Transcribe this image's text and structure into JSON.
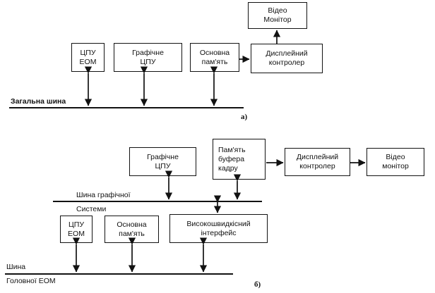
{
  "diagram": {
    "title_a": "а)",
    "title_b": "б)",
    "panel_a": {
      "boxes": [
        {
          "id": "cpu-eom-a",
          "label": "ЦПУ\nЕОМ"
        },
        {
          "id": "graphics-cpu-a",
          "label": "Графічне\nЦПУ"
        },
        {
          "id": "main-memory-a",
          "label": "Основна\nпам'ять"
        },
        {
          "id": "display-controller-a",
          "label": "Дисплейний\nконтролер"
        },
        {
          "id": "video-monitor-a",
          "label": "Відео\nМонітор"
        }
      ],
      "bus_label": "Загальна шина"
    },
    "panel_b": {
      "boxes": [
        {
          "id": "graphics-cpu-b",
          "label": "Графічне\nЦПУ"
        },
        {
          "id": "frame-buffer-memory-b",
          "label": "Пам'ять\nбуфера\nкадру"
        },
        {
          "id": "display-controller-b",
          "label": "Дисплейний\nконтролер"
        },
        {
          "id": "video-monitor-b",
          "label": "Відео\nмонітор"
        },
        {
          "id": "cpu-eom-b",
          "label": "ЦПУ\nЕОМ"
        },
        {
          "id": "main-memory-b",
          "label": "Основна\nпам'ять"
        },
        {
          "id": "high-speed-interface-b",
          "label": "Високошвидкісний\nінтерфейс"
        }
      ],
      "graphics_bus_label_top": "Шина графічної",
      "graphics_bus_label_bottom": "Системи",
      "main_bus_label_top": "Шина",
      "main_bus_label_bottom": "Головної ЕОМ"
    },
    "colors": {
      "stroke": "#121212",
      "background": "#ffffff",
      "text": "#111111"
    }
  }
}
